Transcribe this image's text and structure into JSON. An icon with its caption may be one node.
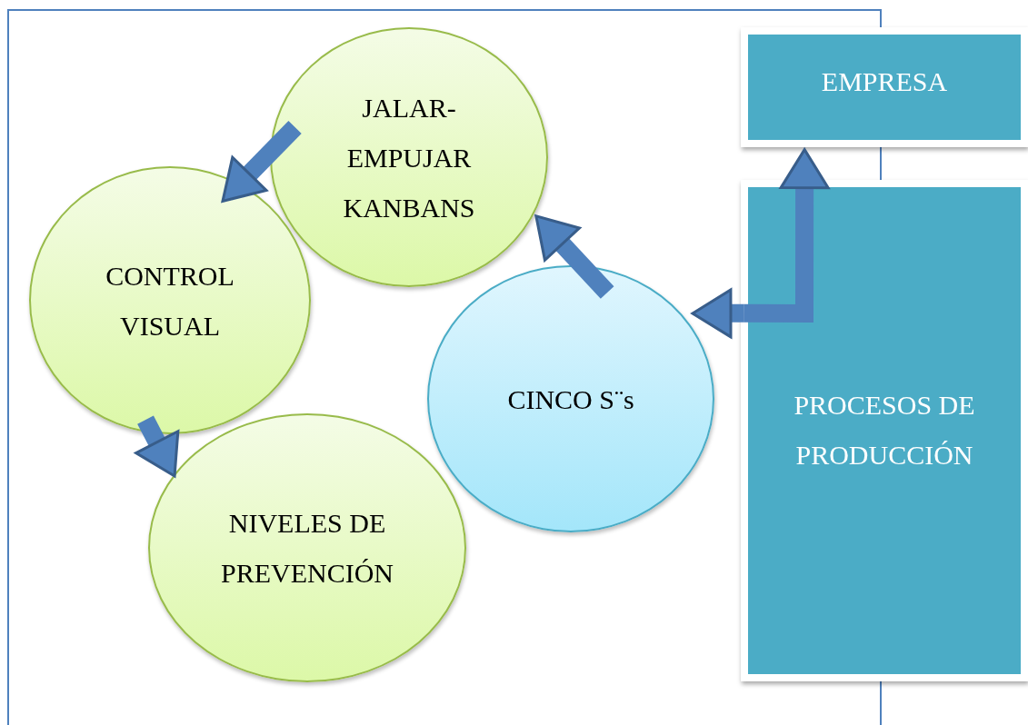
{
  "diagram": {
    "nodes": [
      {
        "text": [
          "JALAR- EMPUJAR KANBANS"
        ]
      },
      {
        "text": [
          "EMPRESA"
        ]
      },
      {
        "text": [
          "CONTROL VISUAL"
        ]
      },
      {
        "text": [
          "PROCESOS DE PRODUCCIÓN"
        ]
      },
      {
        "text": [
          "CINCO S¨s"
        ]
      },
      {
        "text": [
          "NIVELES DE PREVENCIÓN"
        ]
      }
    ],
    "edges": [
      {
        "from": 0,
        "to": 2,
        "arrow": "to"
      },
      {
        "from": 2,
        "to": 5,
        "arrow": "to"
      },
      {
        "from": 4,
        "to": 0,
        "arrow": "to"
      },
      {
        "from": 3,
        "to": 1,
        "arrow": "to"
      },
      {
        "from": 3,
        "to": 4,
        "arrow": "to"
      }
    ]
  }
}
